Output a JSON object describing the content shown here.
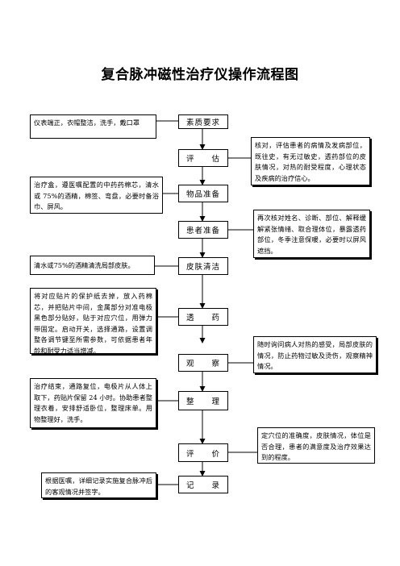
{
  "title": "复合脉冲磁性治疗仪操作流程图",
  "steps": [
    "素质要求",
    "评　　估",
    "物品准备",
    "患者准备",
    "皮肤清洁",
    "透　　药",
    "观　　察",
    "整　　理",
    "评　　价",
    "记　　录"
  ],
  "left_notes": [
    "仪表端正，衣帽整洁，洗手，戴口罩",
    "治疗盒，遵医嘱配置的中药药棉芯，清水或 75%的酒精，棉签、弯盘，必要时备浴巾、屏风。",
    "清水或75%的酒精清洗局部皮肤。",
    "将对应贴片的保护纸去掉，放入药棉芯，并把贴片中间，金属部分对准电极黑色部分贴好，贴于对应穴位，用弹力带固定。启动开关，选择通路，设置调整各调节键至所需参数，可依据患者年龄和耐受力适当增减。",
    "治疗结束，通路复位，电极片从人体上取下，药贴片保留 24 小时。协助患者整理衣着，安排舒适卧位，整理床单。用物整理好，洗手。",
    "根据医嘱，详细记录实施复合脉冲后的客观情况并签字。"
  ],
  "right_notes": [
    "核对，评估患者的病情及发病部位，既往史，有无过敏史，透药部位的皮肤情况，对热的耐受程度，心理状态及疾病的治疗信心。",
    "再次核对姓名、诊断、部位、解释缓解紧张情绪、取合理体位，暴露透药部位，冬季注意保暖，必要时以屏风遮挡。",
    "随时询问病人对热的感受，局部皮肤的情况，防止药物过敏及烫伤，观察精神情况。",
    "定穴位的准确度，皮肤情况，体位是否合理，患者的满意度及治疗效果达到的程度。"
  ]
}
